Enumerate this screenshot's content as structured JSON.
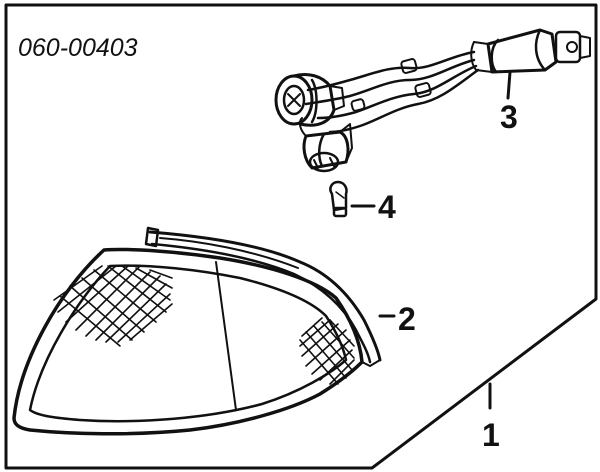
{
  "diagram": {
    "part_code": "060-00403",
    "callouts": {
      "lamp_assembly": "1",
      "lens": "2",
      "socket_harness": "3",
      "bulb": "4"
    }
  }
}
